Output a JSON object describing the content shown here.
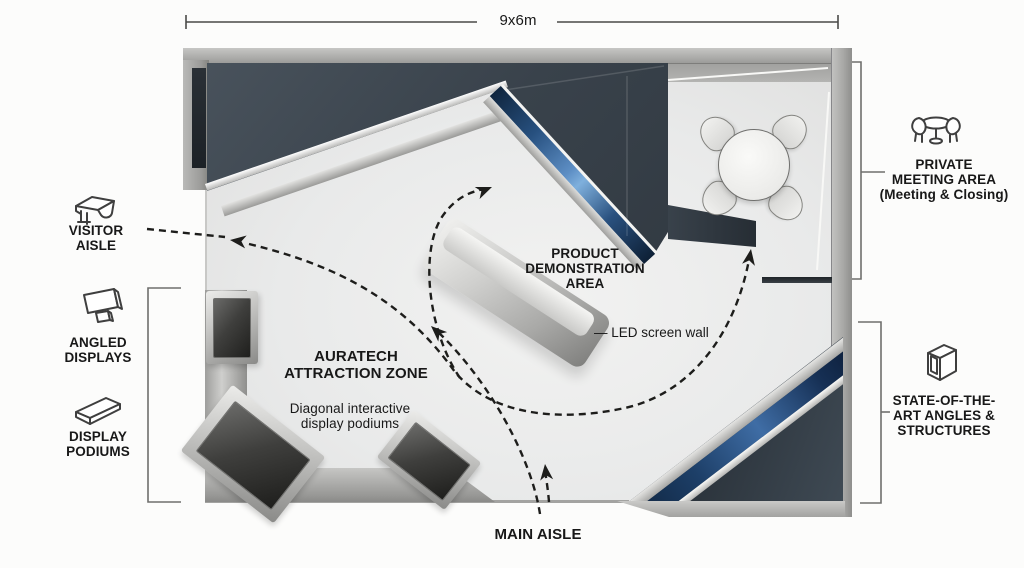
{
  "dimension": {
    "label": "9x6m"
  },
  "legend_left": [
    {
      "name": "visitor-aisle",
      "icon": "aisle-counter-icon",
      "lines": [
        "VISITOR",
        "AISLE"
      ]
    },
    {
      "name": "angled-displays",
      "icon": "angled-display-icon",
      "lines": [
        "ANGLED",
        "DISPLAYS"
      ]
    },
    {
      "name": "display-podiums",
      "icon": "display-podium-icon",
      "lines": [
        "DISPLAY",
        "PODIUMS"
      ]
    }
  ],
  "legend_right": [
    {
      "name": "private-meeting-area",
      "icon": "meeting-table-icon",
      "lines": [
        "PRIVATE",
        "MEETING AREA",
        "(Meeting & Closing)"
      ]
    },
    {
      "name": "state-of-the-art",
      "icon": "angular-structure-icon",
      "lines": [
        "STATE-OF-THE-",
        "ART ANGLES &",
        "STRUCTURES"
      ]
    }
  ],
  "floor_labels": {
    "product_demo": [
      "PRODUCT",
      "DEMONSTRATION",
      "AREA"
    ],
    "attraction_zone": [
      "AURATECH",
      "ATTRACTION ZONE"
    ],
    "attraction_note": [
      "Diagonal interactive",
      "display podiums"
    ],
    "led_wall": "— LED screen wall",
    "main_aisle": "MAIN AISLE"
  },
  "colors": {
    "led_screen_blue": "#2e5c94",
    "dark_glass": "#39424b",
    "metal_light": "#d6d6d4",
    "metal_mid": "#a8a8a6",
    "floor_gray": "#e9eaea",
    "line_dark": "#1d1d1b"
  }
}
